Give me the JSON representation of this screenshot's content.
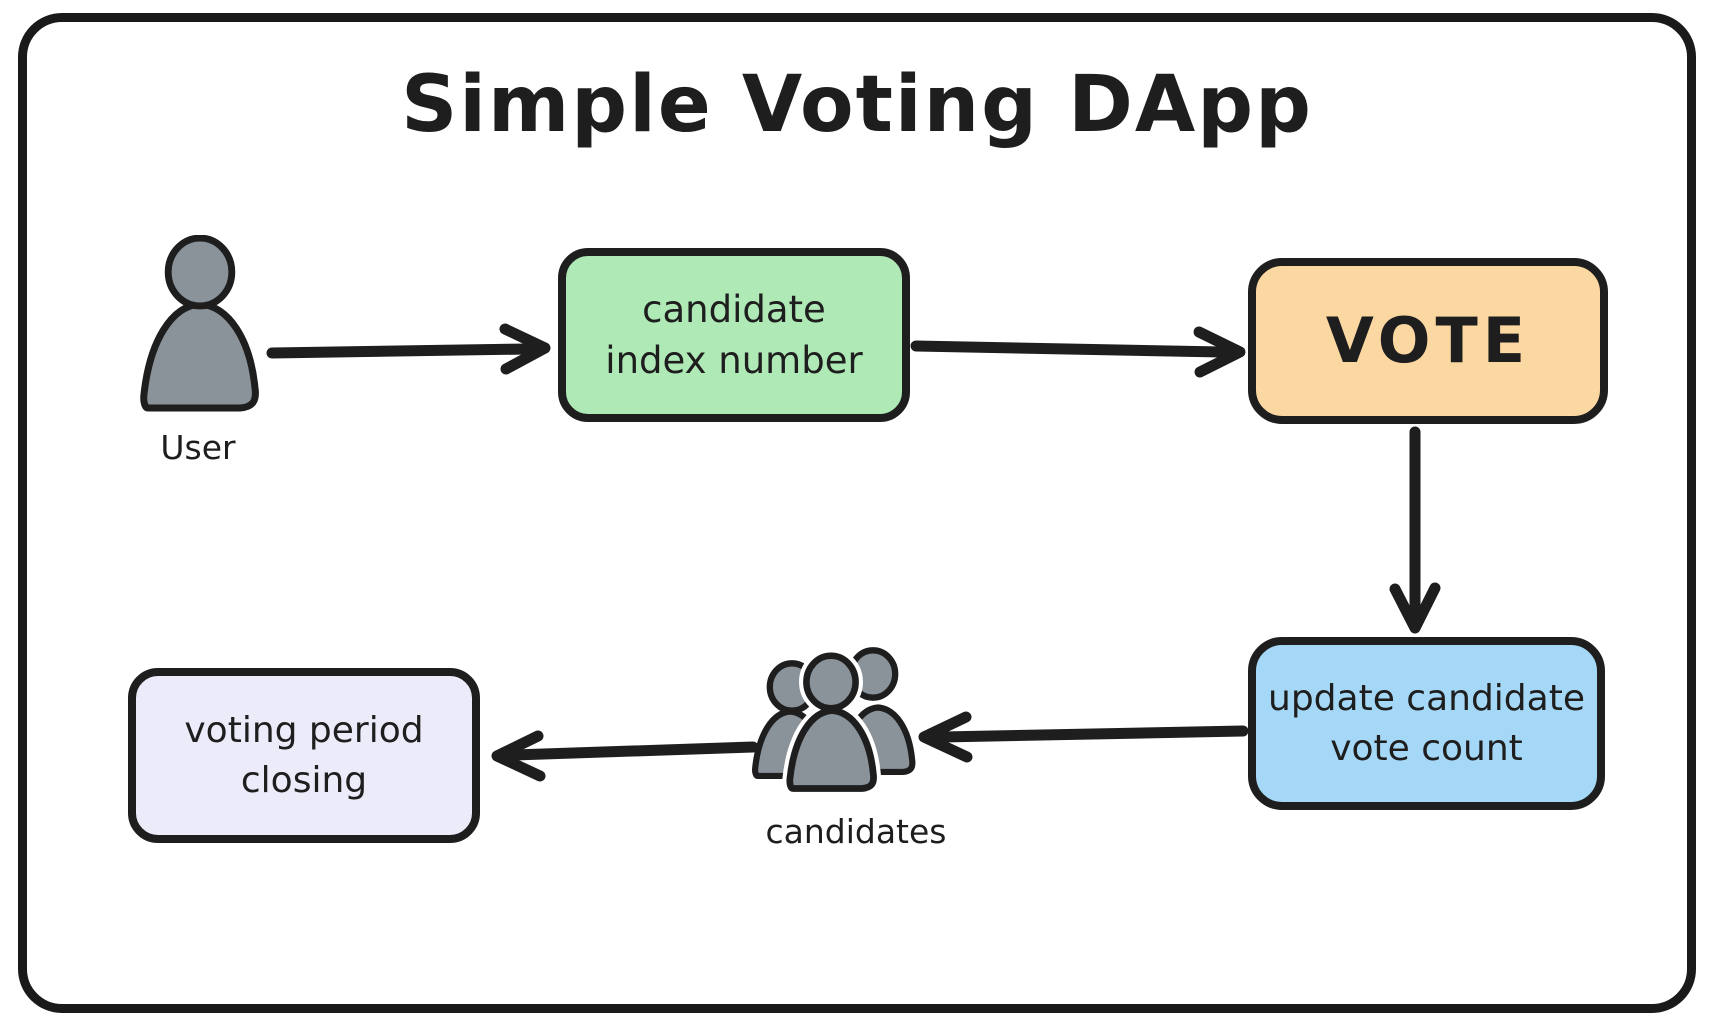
{
  "title": "Simple Voting DApp",
  "colors": {
    "stroke": "#1e1e1e",
    "node-green": "#afe9b6",
    "node-orange": "#fbd7a1",
    "node-blue": "#a5d8f7",
    "node-lavender": "#ecebfa",
    "figure-gray": "#8a929a"
  },
  "nodes": {
    "user": {
      "type": "actor",
      "label": "User"
    },
    "candidate_index": {
      "type": "process",
      "lines": [
        "candidate",
        "index number"
      ]
    },
    "vote": {
      "type": "process",
      "label": "VOTE"
    },
    "update_count": {
      "type": "process",
      "lines": [
        "update candidate",
        "vote count"
      ]
    },
    "candidates": {
      "type": "actor-group",
      "label": "candidates"
    },
    "voting_period": {
      "type": "process",
      "lines": [
        "voting period",
        "closing"
      ]
    }
  },
  "edges": [
    {
      "from": "user",
      "to": "candidate_index"
    },
    {
      "from": "candidate_index",
      "to": "vote"
    },
    {
      "from": "vote",
      "to": "update_count"
    },
    {
      "from": "update_count",
      "to": "candidates"
    },
    {
      "from": "candidates",
      "to": "voting_period"
    }
  ]
}
